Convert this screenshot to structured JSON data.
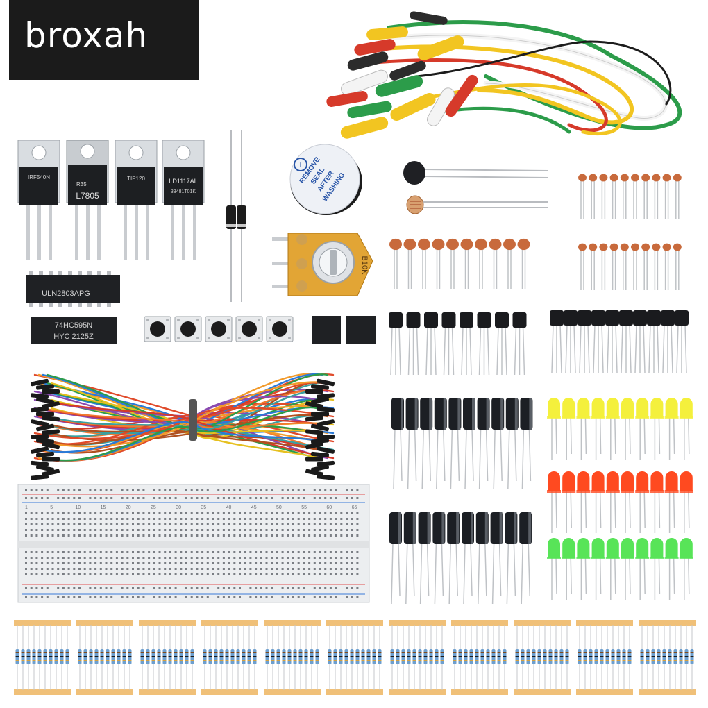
{
  "brand": {
    "name": "broxah"
  },
  "regulators": [
    {
      "marking_1": "IRF540N",
      "marking_2": ""
    },
    {
      "marking_1": "R35",
      "marking_2": "L7805"
    },
    {
      "marking_1": "TIP120",
      "marking_2": ""
    },
    {
      "marking_1": "LD1117AL",
      "marking_2": "33481T01K"
    }
  ],
  "ics": [
    {
      "marking_1": "ULN2803APG",
      "marking_2": ""
    },
    {
      "marking_1": "74HC595N",
      "marking_2": "HYC 2125Z"
    }
  ],
  "buzzer": {
    "label_1": "REMOVE",
    "label_2": "SEAL",
    "label_3": "AFTER",
    "label_4": "WASHING",
    "symbol": "+"
  },
  "potentiometer": {
    "marking": "B10K"
  },
  "breadboard": {
    "col_numbers": [
      "1",
      "5",
      "10",
      "15",
      "20",
      "25",
      "30",
      "35",
      "40",
      "45",
      "50",
      "55",
      "60",
      "65"
    ]
  },
  "colors": {
    "wire_red": "#d63a2a",
    "wire_green": "#2c9c4a",
    "wire_yellow": "#f2c521",
    "wire_white": "#f4f4f4",
    "led_yellow": "#f4f03c",
    "led_red": "#ff4a20",
    "led_green": "#58e458",
    "ceramic_cap": "#c86a3c",
    "capacitor_body": "#1c1f24",
    "resistor_tape": "#f0c078"
  }
}
